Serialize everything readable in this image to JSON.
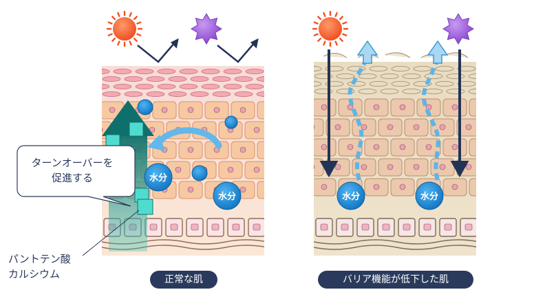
{
  "normal_skin": {
    "caption": "正常な肌",
    "callout_line1": "ターンオーバーを",
    "callout_line2": "促進する",
    "water_labels": [
      "水分",
      "水分"
    ]
  },
  "damaged_skin": {
    "caption": "バリア機能が低下した肌",
    "water_labels": [
      "水分",
      "水分"
    ]
  },
  "ingredient": {
    "line1": "パントテン酸",
    "line2": "カルシウム"
  },
  "icons": {
    "sun": "sun-icon",
    "uv": "uv-star-icon",
    "reflect_arrow": "reflect-arrow-icon",
    "penetrate_arrow": "penetrate-arrow-icon",
    "escape_arrow": "moisture-escape-arrow-icon"
  },
  "colors": {
    "navy": "#2a3a5c",
    "sun": "#f5622d",
    "uv": "#9b5ad9",
    "water": "#1f8fd6",
    "teal": "#1a8f8a",
    "cell_normal": "#f7c9a3",
    "cell_damaged": "#ead7b8"
  }
}
